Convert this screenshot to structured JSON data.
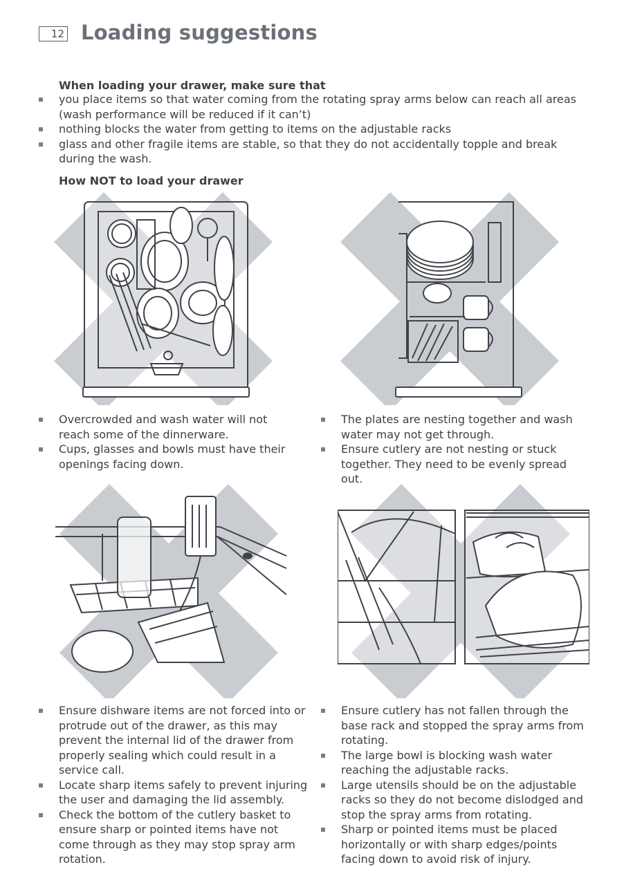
{
  "page_number": "12",
  "title": "Loading suggestions",
  "intro": {
    "heading": "When loading your drawer, make sure that",
    "bullets": [
      "you place items so that water coming from the rotating spray arms below can reach all areas (wash performance will be reduced if it can’t)",
      "nothing blocks the water from getting to items on the adjustable racks",
      "glass and other fragile items are stable, so that they do not accidentally topple and break during the wash."
    ]
  },
  "how_not_heading": "How NOT to load your drawer",
  "panels": {
    "top_left": [
      "Overcrowded and wash water will not reach some of the dinnerware.",
      "Cups, glasses and bowls must have their openings facing down."
    ],
    "top_right": [
      "The plates are nesting together and wash water may not get through.",
      "Ensure cutlery are not nesting or stuck together.  They need to be evenly spread out."
    ],
    "bottom_left": [
      "Ensure dishware items are not forced into or protrude out of the drawer, as this may prevent the internal lid of the drawer from properly sealing which could result in a service call.",
      "Locate sharp items safely to prevent injuring the user and damaging the lid assembly.",
      "Check the bottom of the cutlery basket to ensure sharp or pointed items have not come through as they may stop spray arm rotation."
    ],
    "bottom_right": [
      "Ensure cutlery has not fallen through the base rack and stopped the spray arms from rotating.",
      "The large bowl is blocking wash water reaching the adjustable racks.",
      "Large utensils should be on the adjustable racks so they do not become dislodged and stop the spray arms from rotating.",
      "Sharp or pointed items must be placed horizontally or with sharp edges/points facing down to avoid risk of injury."
    ]
  },
  "colors": {
    "cross": "#c9ccd1",
    "line": "#3f4349",
    "title": "#6c7079",
    "bullet": "#7a7e86"
  }
}
